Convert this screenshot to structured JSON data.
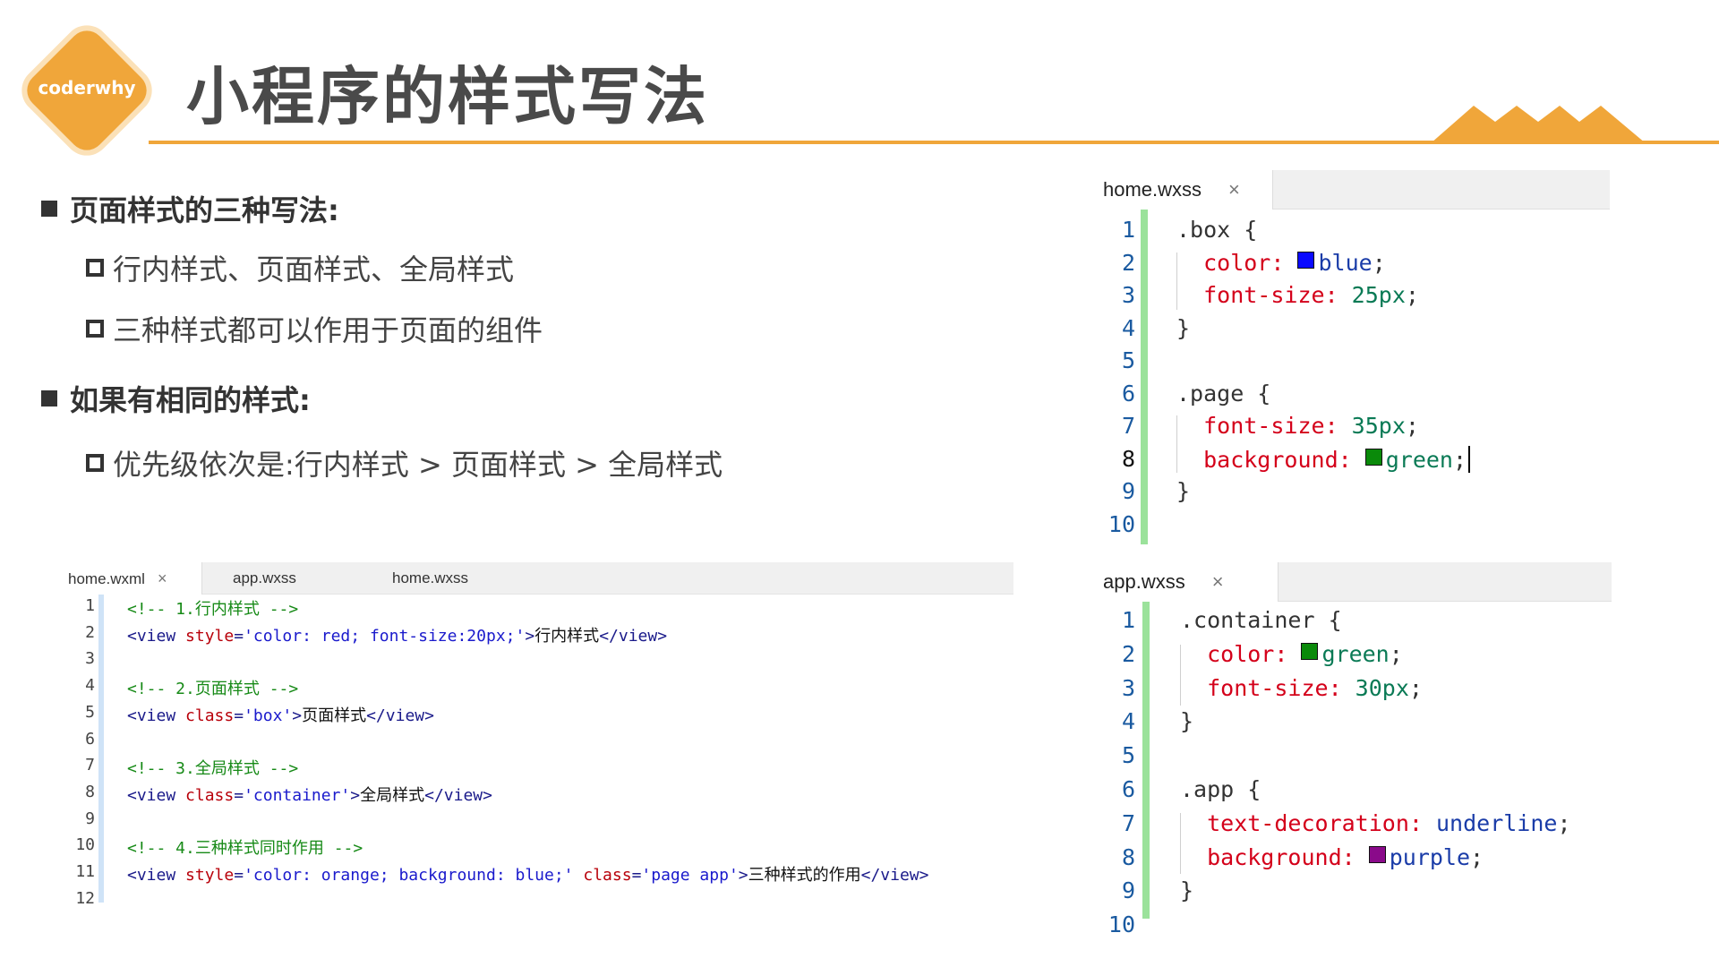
{
  "brand": {
    "logo_text": "coderwhy",
    "accent": "#f0a63a"
  },
  "title": "小程序的样式写法",
  "bullets": {
    "h1": "页面样式的三种写法:",
    "h1_items": [
      "行内样式、页面样式、全局样式",
      "三种样式都可以作用于页面的组件"
    ],
    "h2": "如果有相同的样式:",
    "h2_items": [
      "优先级依次是:行内样式 > 页面样式 > 全局样式"
    ]
  },
  "wxml_editor": {
    "tabs": [
      {
        "label": "home.wxml",
        "active": true,
        "close": "×"
      },
      {
        "label": "app.wxss",
        "active": false
      },
      {
        "label": "home.wxss",
        "active": false
      }
    ],
    "line_numbers": [
      "1",
      "2",
      "3",
      "4",
      "5",
      "6",
      "7",
      "8",
      "9",
      "10",
      "11",
      "12"
    ],
    "lines": [
      [
        {
          "t": "com",
          "v": "<!-- 1.行内样式 -->"
        }
      ],
      [
        {
          "t": "tag",
          "v": "<view "
        },
        {
          "t": "attr",
          "v": "style"
        },
        {
          "t": "tag",
          "v": "="
        },
        {
          "t": "str",
          "v": "'color: red; font-size:20px;'"
        },
        {
          "t": "tag",
          "v": ">"
        },
        {
          "t": "txt",
          "v": "行内样式"
        },
        {
          "t": "tag",
          "v": "</view>"
        }
      ],
      [],
      [
        {
          "t": "com",
          "v": "<!-- 2.页面样式 -->"
        }
      ],
      [
        {
          "t": "tag",
          "v": "<view "
        },
        {
          "t": "attr",
          "v": "class"
        },
        {
          "t": "tag",
          "v": "="
        },
        {
          "t": "str",
          "v": "'box'"
        },
        {
          "t": "tag",
          "v": ">"
        },
        {
          "t": "txt",
          "v": "页面样式"
        },
        {
          "t": "tag",
          "v": "</view>"
        }
      ],
      [],
      [
        {
          "t": "com",
          "v": "<!-- 3.全局样式 -->"
        }
      ],
      [
        {
          "t": "tag",
          "v": "<view "
        },
        {
          "t": "attr",
          "v": "class"
        },
        {
          "t": "tag",
          "v": "="
        },
        {
          "t": "str",
          "v": "'container'"
        },
        {
          "t": "tag",
          "v": ">"
        },
        {
          "t": "txt",
          "v": "全局样式"
        },
        {
          "t": "tag",
          "v": "</view>"
        }
      ],
      [],
      [
        {
          "t": "com",
          "v": "<!-- 4.三种样式同时作用 -->"
        }
      ],
      [
        {
          "t": "tag",
          "v": "<view "
        },
        {
          "t": "attr",
          "v": "style"
        },
        {
          "t": "tag",
          "v": "="
        },
        {
          "t": "str",
          "v": "'color: orange; background: blue;'"
        },
        {
          "t": "tag",
          "v": " "
        },
        {
          "t": "attr",
          "v": "class"
        },
        {
          "t": "tag",
          "v": "="
        },
        {
          "t": "str",
          "v": "'page app'"
        },
        {
          "t": "tag",
          "v": ">"
        },
        {
          "t": "txt",
          "v": "三种样式的作用"
        },
        {
          "t": "tag",
          "v": "</view>"
        }
      ],
      []
    ]
  },
  "home_wxss_editor": {
    "tab": {
      "label": "home.wxss",
      "close": "×"
    },
    "line_numbers": [
      "1",
      "2",
      "3",
      "4",
      "5",
      "6",
      "7",
      "8",
      "9",
      "10"
    ],
    "lines": [
      [
        {
          "t": "sel",
          "v": ".box {"
        }
      ],
      [
        {
          "t": "prop",
          "v": "  color: "
        },
        {
          "t": "swatch",
          "v": "#0a0aff"
        },
        {
          "t": "val",
          "v": "blue"
        },
        {
          "t": "sel",
          "v": ";"
        }
      ],
      [
        {
          "t": "prop",
          "v": "  font-size: "
        },
        {
          "t": "num",
          "v": "25px"
        },
        {
          "t": "sel",
          "v": ";"
        }
      ],
      [
        {
          "t": "sel",
          "v": "}"
        }
      ],
      [],
      [
        {
          "t": "sel",
          "v": ".page {"
        }
      ],
      [
        {
          "t": "prop",
          "v": "  font-size: "
        },
        {
          "t": "num",
          "v": "35px"
        },
        {
          "t": "sel",
          "v": ";"
        }
      ],
      [
        {
          "t": "prop",
          "v": "  background: "
        },
        {
          "t": "swatch",
          "v": "#0a8a0a"
        },
        {
          "t": "num",
          "v": "green"
        },
        {
          "t": "sel",
          "v": ";"
        },
        {
          "t": "caret",
          "v": ""
        }
      ],
      [
        {
          "t": "sel",
          "v": "}"
        }
      ],
      []
    ]
  },
  "app_wxss_editor": {
    "tab": {
      "label": "app.wxss",
      "close": "×"
    },
    "line_numbers": [
      "1",
      "2",
      "3",
      "4",
      "5",
      "6",
      "7",
      "8",
      "9",
      "10"
    ],
    "lines": [
      [
        {
          "t": "sel",
          "v": ".container {"
        }
      ],
      [
        {
          "t": "prop",
          "v": "  color: "
        },
        {
          "t": "swatch",
          "v": "#0a8a0a"
        },
        {
          "t": "num",
          "v": "green"
        },
        {
          "t": "sel",
          "v": ";"
        }
      ],
      [
        {
          "t": "prop",
          "v": "  font-size: "
        },
        {
          "t": "num",
          "v": "30px"
        },
        {
          "t": "sel",
          "v": ";"
        }
      ],
      [
        {
          "t": "sel",
          "v": "}"
        }
      ],
      [],
      [
        {
          "t": "sel",
          "v": ".app {"
        }
      ],
      [
        {
          "t": "prop",
          "v": "  text-decoration: "
        },
        {
          "t": "val",
          "v": "underline"
        },
        {
          "t": "sel",
          "v": ";"
        }
      ],
      [
        {
          "t": "prop",
          "v": "  background: "
        },
        {
          "t": "swatch",
          "v": "#8a0a8a"
        },
        {
          "t": "val",
          "v": "purple"
        },
        {
          "t": "sel",
          "v": ";"
        }
      ],
      [
        {
          "t": "sel",
          "v": "}"
        }
      ],
      []
    ]
  }
}
